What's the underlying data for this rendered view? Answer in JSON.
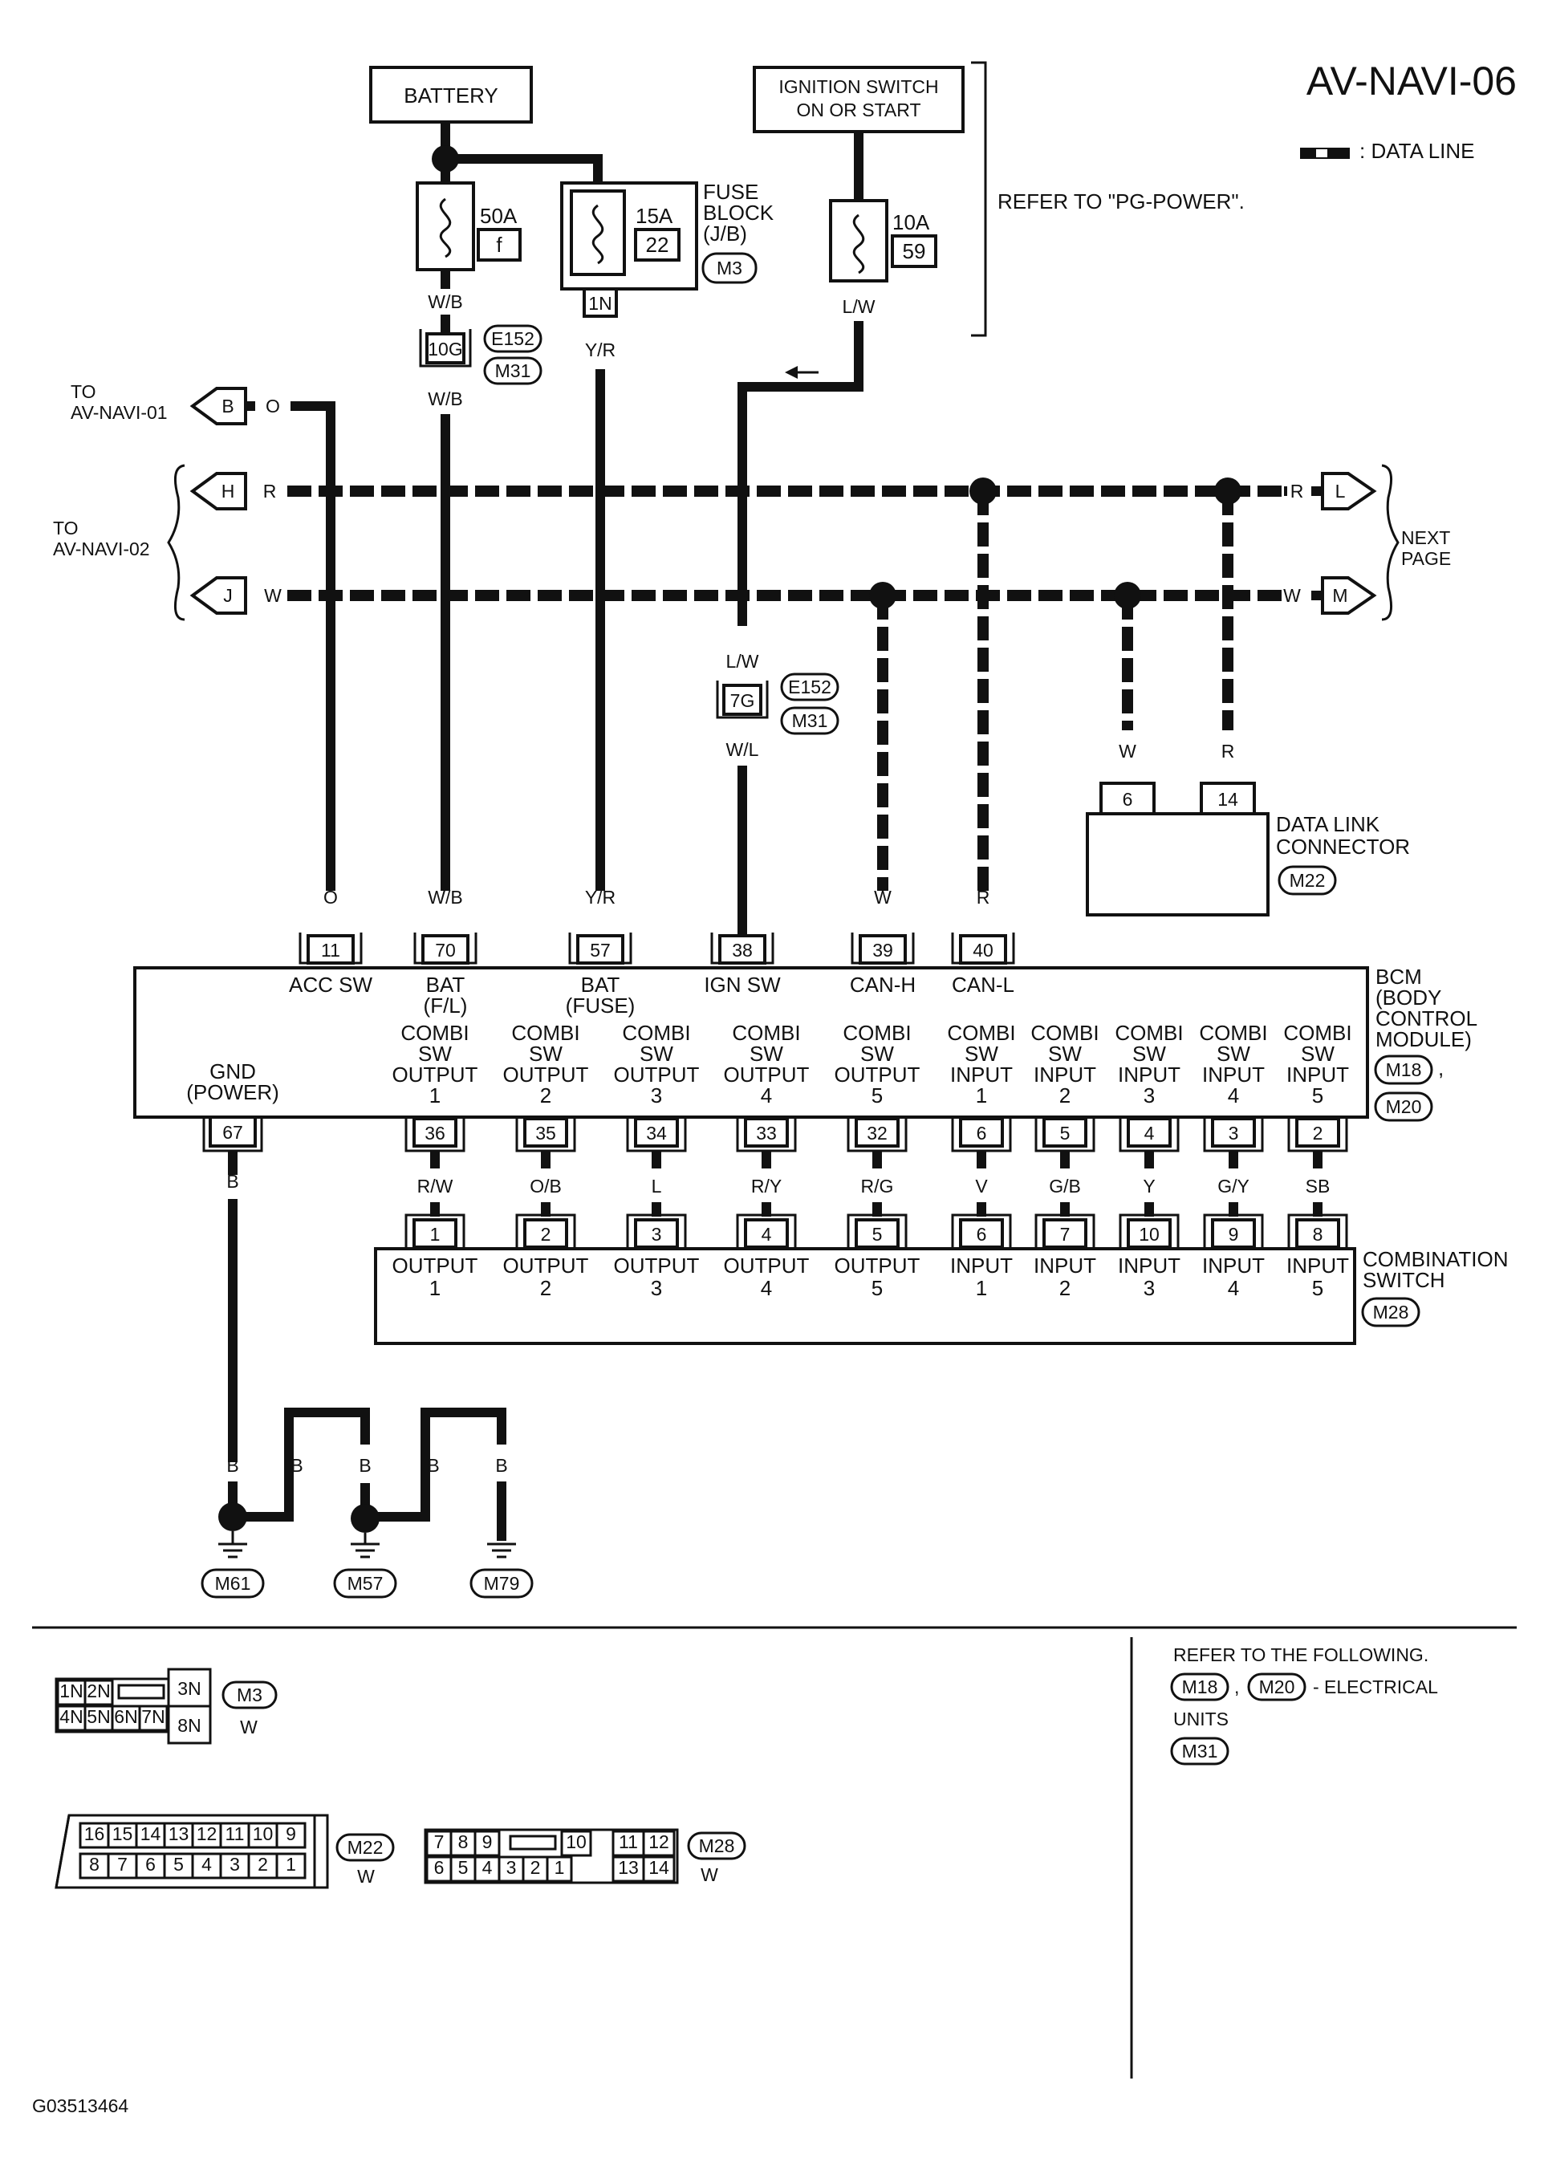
{
  "page": {
    "title": "AV-NAVI-06",
    "legend_text": ": DATA LINE",
    "figure_code": "G03513464"
  },
  "power": {
    "battery": "BATTERY",
    "ignition_line1": "IGNITION SWITCH",
    "ignition_line2": "ON OR START",
    "refer": "REFER TO \"PG-POWER\".",
    "fuse_50a": "50A",
    "fuse_50a_id": "f",
    "fuse_15a": "15A",
    "fuse_15a_id": "22",
    "fuse_10a": "10A",
    "fuse_10a_id": "59",
    "fuse_block_line1": "FUSE",
    "fuse_block_line2": "BLOCK",
    "fuse_block_line3": "(J/B)",
    "fuse_block_conn": "M3",
    "term_1n": "1N",
    "term_10g": "10G",
    "term_7g": "7G",
    "conn_e152": "E152",
    "conn_m31": "M31"
  },
  "wires": {
    "wb": "W/B",
    "yr": "Y/R",
    "lw": "L/W",
    "wl": "W/L",
    "o": "O",
    "r": "R",
    "w": "W",
    "b": "B"
  },
  "offpage": {
    "to": "TO",
    "navi01": "AV-NAVI-01",
    "navi02": "AV-NAVI-02",
    "next_line1": "NEXT",
    "next_line2": "PAGE",
    "flag_b": "B",
    "flag_h": "H",
    "flag_j": "J",
    "flag_l": "L",
    "flag_m": "M"
  },
  "dlc": {
    "line1": "DATA LINK",
    "line2": "CONNECTOR",
    "conn": "M22",
    "pin_w": "6",
    "pin_r": "14"
  },
  "bcm": {
    "title_lines": [
      "BCM",
      "(BODY",
      "CONTROL",
      "MODULE)"
    ],
    "conn1": "M18",
    "conn2": "M20",
    "sep": ",",
    "top_pins": [
      "11",
      "70",
      "57",
      "38",
      "39",
      "40"
    ],
    "top_wires": [
      "O",
      "W/B",
      "Y/R",
      "",
      "W",
      "R"
    ],
    "top_labels": [
      [
        "ACC SW"
      ],
      [
        "BAT",
        "(F/L)"
      ],
      [
        "BAT",
        "(FUSE)"
      ],
      [
        "IGN SW"
      ],
      [
        "CAN-H"
      ],
      [
        "CAN-L"
      ]
    ],
    "gnd_label": [
      "GND",
      "(POWER)"
    ],
    "gnd_pin": "67",
    "bottom_labels": [
      [
        "COMBI",
        "SW",
        "OUTPUT",
        "1"
      ],
      [
        "COMBI",
        "SW",
        "OUTPUT",
        "2"
      ],
      [
        "COMBI",
        "SW",
        "OUTPUT",
        "3"
      ],
      [
        "COMBI",
        "SW",
        "OUTPUT",
        "4"
      ],
      [
        "COMBI",
        "SW",
        "OUTPUT",
        "5"
      ],
      [
        "COMBI",
        "SW",
        "INPUT",
        "1"
      ],
      [
        "COMBI",
        "SW",
        "INPUT",
        "2"
      ],
      [
        "COMBI",
        "SW",
        "INPUT",
        "3"
      ],
      [
        "COMBI",
        "SW",
        "INPUT",
        "4"
      ],
      [
        "COMBI",
        "SW",
        "INPUT",
        "5"
      ]
    ],
    "bottom_pins": [
      "36",
      "35",
      "34",
      "33",
      "32",
      "6",
      "5",
      "4",
      "3",
      "2"
    ],
    "bottom_wires": [
      "R/W",
      "O/B",
      "L",
      "R/Y",
      "R/G",
      "V",
      "G/B",
      "Y",
      "G/Y",
      "SB"
    ]
  },
  "combo": {
    "title_lines": [
      "COMBINATION",
      "SWITCH"
    ],
    "conn": "M28",
    "pins": [
      "1",
      "2",
      "3",
      "4",
      "5",
      "6",
      "7",
      "10",
      "9",
      "8"
    ],
    "labels": [
      [
        "OUTPUT",
        "1"
      ],
      [
        "OUTPUT",
        "2"
      ],
      [
        "OUTPUT",
        "3"
      ],
      [
        "OUTPUT",
        "4"
      ],
      [
        "OUTPUT",
        "5"
      ],
      [
        "INPUT",
        "1"
      ],
      [
        "INPUT",
        "2"
      ],
      [
        "INPUT",
        "3"
      ],
      [
        "INPUT",
        "4"
      ],
      [
        "INPUT",
        "5"
      ]
    ]
  },
  "grounds": [
    "M61",
    "M57",
    "M79"
  ],
  "refer_units": {
    "line1": "REFER TO THE FOLLOWING.",
    "conn1": "M18",
    "conn2": "M20",
    "sep": ",",
    "text2": "- ELECTRICAL",
    "text3": "UNITS",
    "conn3": "M31"
  },
  "connector_views": {
    "m3": {
      "conn": "M3",
      "color": "W",
      "row1": [
        "1N",
        "2N"
      ],
      "row2": [
        "4N",
        "5N",
        "6N",
        "7N"
      ],
      "side_top": "3N",
      "side_bottom": "8N"
    },
    "m22": {
      "conn": "M22",
      "color": "W",
      "row1": [
        "16",
        "15",
        "14",
        "13",
        "12",
        "11",
        "10",
        "9"
      ],
      "row2": [
        "8",
        "7",
        "6",
        "5",
        "4",
        "3",
        "2",
        "1"
      ]
    },
    "m28": {
      "conn": "M28",
      "color": "W",
      "row1": [
        "7",
        "8",
        "9",
        "10",
        "11",
        "12"
      ],
      "row2": [
        "6",
        "5",
        "4",
        "3",
        "2",
        "1",
        "13",
        "14"
      ]
    }
  }
}
